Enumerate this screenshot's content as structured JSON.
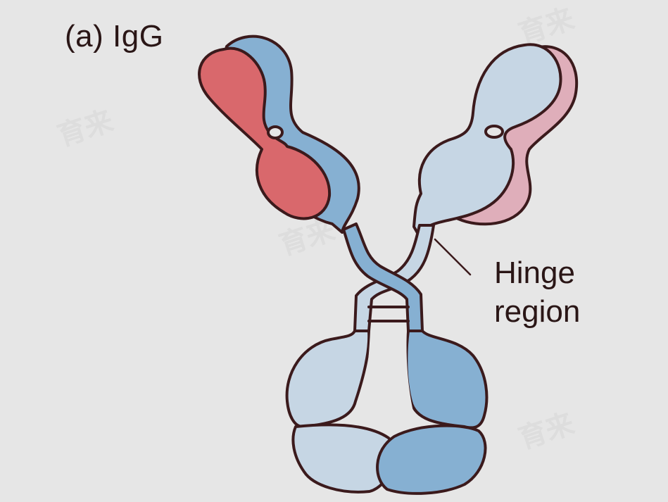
{
  "title": "(a) IgG",
  "hinge_label": {
    "line1": "Hinge",
    "line2": "region"
  },
  "watermark_text": "育来",
  "colors": {
    "background": "#e6e6e6",
    "outline": "#3b1a1c",
    "heavy_chain_dark": "#86b0d2",
    "heavy_chain_light": "#c6d6e4",
    "light_chain_red": "#d9686c",
    "light_chain_pink": "#dfaeba"
  }
}
